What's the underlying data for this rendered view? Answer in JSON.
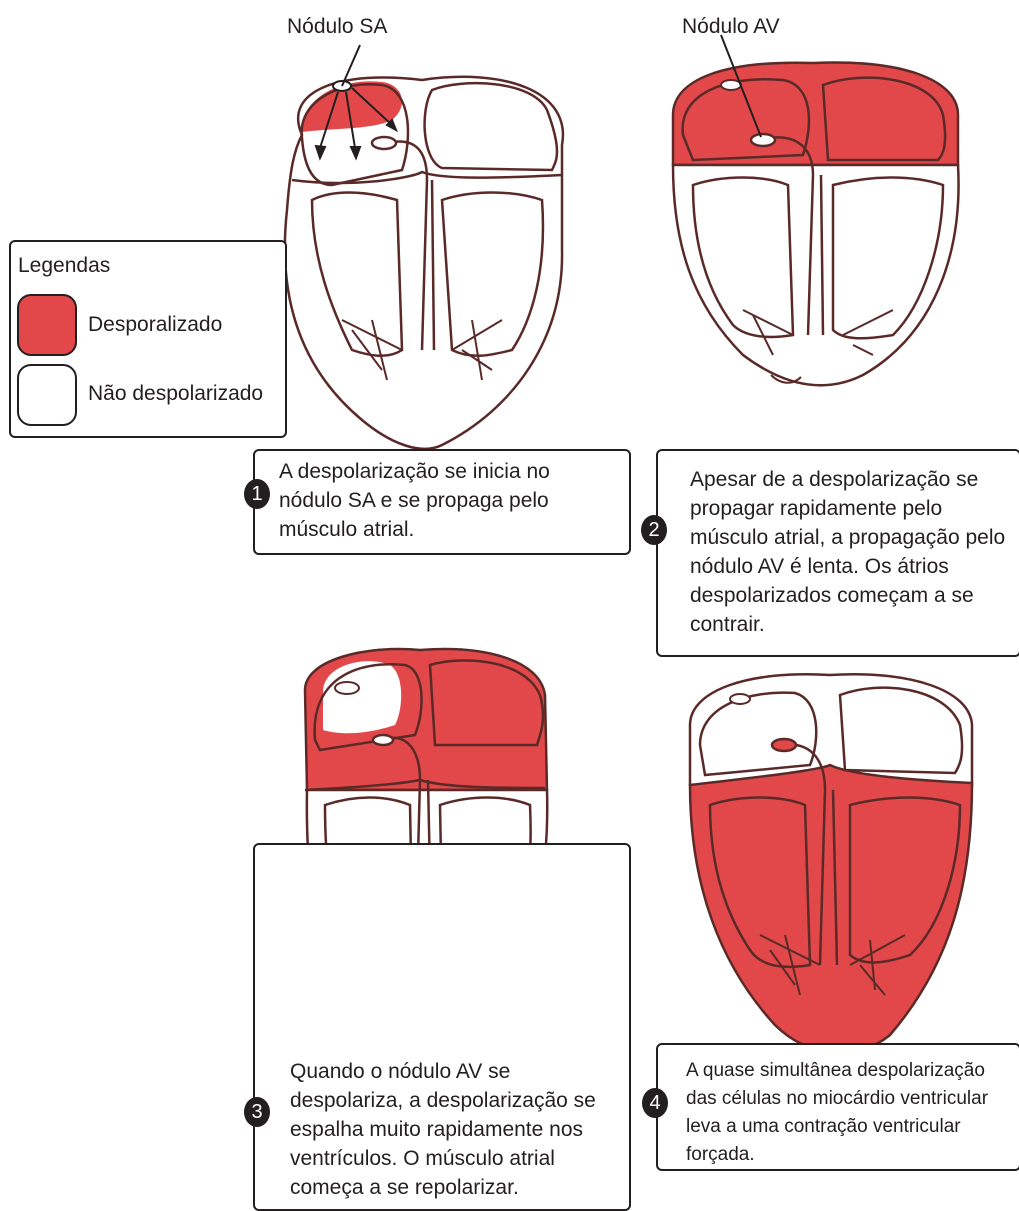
{
  "colors": {
    "depolarized": "#e2484a",
    "outline": "#5a2a28",
    "background": "#ffffff"
  },
  "labels": {
    "sa_node": "Nódulo SA",
    "av_node": "Nódulo AV"
  },
  "legend": {
    "title": "Legendas",
    "items": [
      {
        "label": "Desporalizado",
        "color": "#e2484a"
      },
      {
        "label": "Não despolarizado",
        "color": "#ffffff"
      }
    ]
  },
  "steps": [
    {
      "number": "1",
      "text": " A despolarização se inicia no nódulo SA e se propaga pelo músculo atrial."
    },
    {
      "number": "2",
      "text": "Apesar de a despolarização se propagar rapidamente pelo músculo atrial, a propagação pelo nódulo AV é lenta. Os átrios despolarizados começam a se contrair."
    },
    {
      "number": "3",
      "text": "Quando o nódulo AV se despolariza, a despolarização se espalha muito rapidamente nos ventrículos. O músculo atrial começa a se repolarizar."
    },
    {
      "number": "4",
      "text": "A quase simultânea despolarização das células no miocárdio ventricular leva a uma contração ventricular forçada."
    }
  ]
}
